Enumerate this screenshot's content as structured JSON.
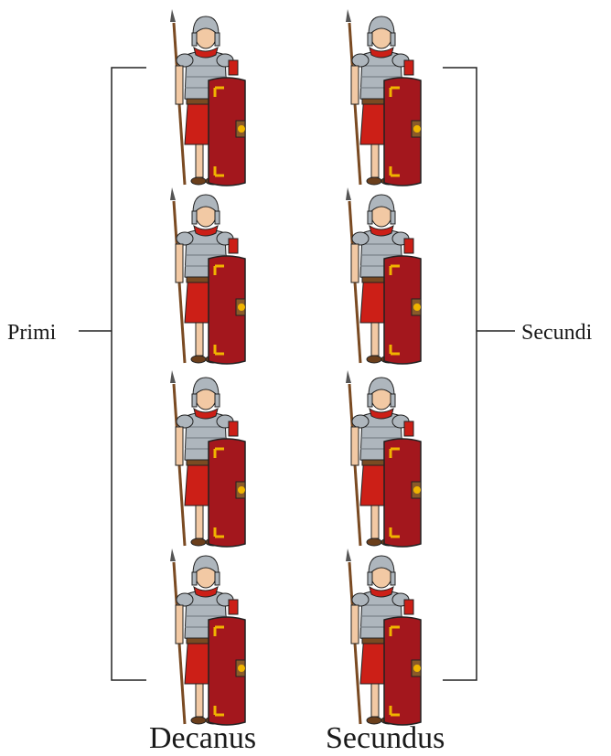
{
  "labels": {
    "left_bracket": "Primi",
    "right_bracket": "Secundi",
    "left_column": "Decanus",
    "right_column": "Secundus"
  },
  "formation": {
    "columns": 2,
    "rows": 4,
    "figure": "roman-legionary",
    "colors": {
      "tunic": "#cc1f17",
      "shield": "#a3171d",
      "shield_trim": "#f0b400",
      "armor": "#aeb6bd",
      "spear": "#7a4a22",
      "skin": "#f2c9a4",
      "line": "#222222"
    }
  }
}
